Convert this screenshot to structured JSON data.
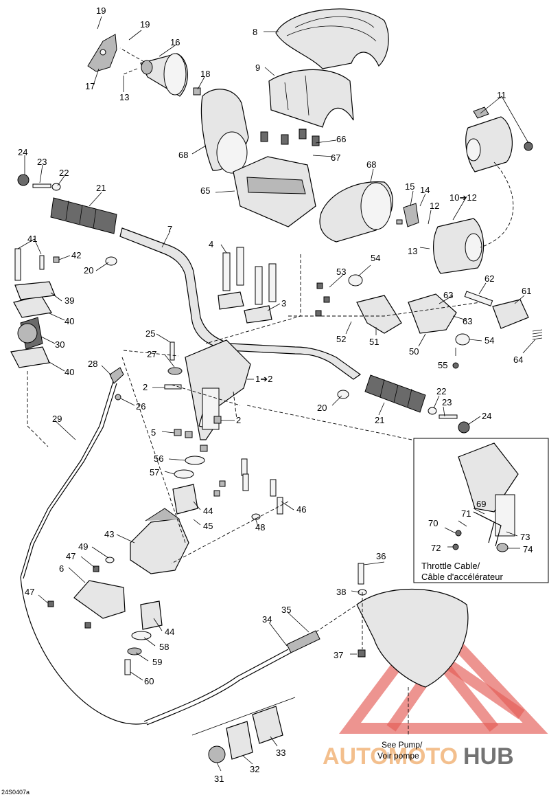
{
  "diagram_code": "24S0407a",
  "inset": {
    "throttle_cable_en": "Throttle Cable/",
    "throttle_cable_fr": "Câble d'accélérateur"
  },
  "see_pump": {
    "en": "See Pump/",
    "fr": "Voir pompe"
  },
  "watermark": {
    "text_a": "AUTOMOTO",
    "text_b": "HUB",
    "color_red": "#e35b55",
    "color_orange": "#f1b57a",
    "color_gray": "#5b5b5b"
  },
  "callouts": {
    "c8": "8",
    "c9": "9",
    "c11": "11",
    "c10_12": "10➔12",
    "c12": "12",
    "c13a": "13",
    "c13b": "13",
    "c14": "14",
    "c15": "15",
    "c16": "16",
    "c17": "17",
    "c18": "18",
    "c19a": "19",
    "c19b": "19",
    "c20a": "20",
    "c20b": "20",
    "c21a": "21",
    "c21b": "21",
    "c22a": "22",
    "c22b": "22",
    "c23a": "23",
    "c23b": "23",
    "c24a": "24",
    "c24b": "24",
    "c25": "25",
    "c26": "26",
    "c27": "27",
    "c28": "28",
    "c29": "29",
    "c30": "30",
    "c31": "31",
    "c32": "32",
    "c33": "33",
    "c34": "34",
    "c35": "35",
    "c36": "36",
    "c37": "37",
    "c38": "38",
    "c39": "39",
    "c40a": "40",
    "c40b": "40",
    "c41": "41",
    "c42": "42",
    "c43": "43",
    "c44a": "44",
    "c44b": "44",
    "c45": "45",
    "c46": "46",
    "c47a": "47",
    "c47b": "47",
    "c48": "48",
    "c49": "49",
    "c50": "50",
    "c51": "51",
    "c52": "52",
    "c53": "53",
    "c54a": "54",
    "c54b": "54",
    "c55": "55",
    "c56": "56",
    "c57": "57",
    "c58": "58",
    "c59": "59",
    "c60": "60",
    "c61": "61",
    "c62": "62",
    "c63a": "63",
    "c63b": "63",
    "c64": "64",
    "c65": "65",
    "c66": "66",
    "c67": "67",
    "c68a": "68",
    "c68b": "68",
    "c69": "69",
    "c70": "70",
    "c71": "71",
    "c72": "72",
    "c73": "73",
    "c74": "74",
    "c1_2": "1➔2",
    "c2a": "2",
    "c2b": "2",
    "c3": "3",
    "c4": "4",
    "c5": "5",
    "c6": "6",
    "c7": "7"
  }
}
